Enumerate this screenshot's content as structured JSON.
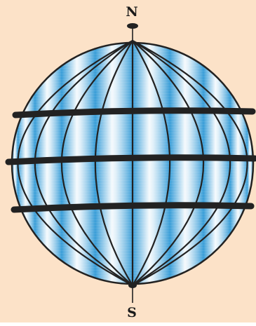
{
  "diagram": {
    "north_label": "N",
    "south_label": "S",
    "meridian_count": 10,
    "parallel_count": 3,
    "colors": {
      "background": "#FCE2C8",
      "sphere_blue": "#3A9ED8",
      "sphere_highlight": "#FFFFFF",
      "line": "#222222"
    }
  }
}
